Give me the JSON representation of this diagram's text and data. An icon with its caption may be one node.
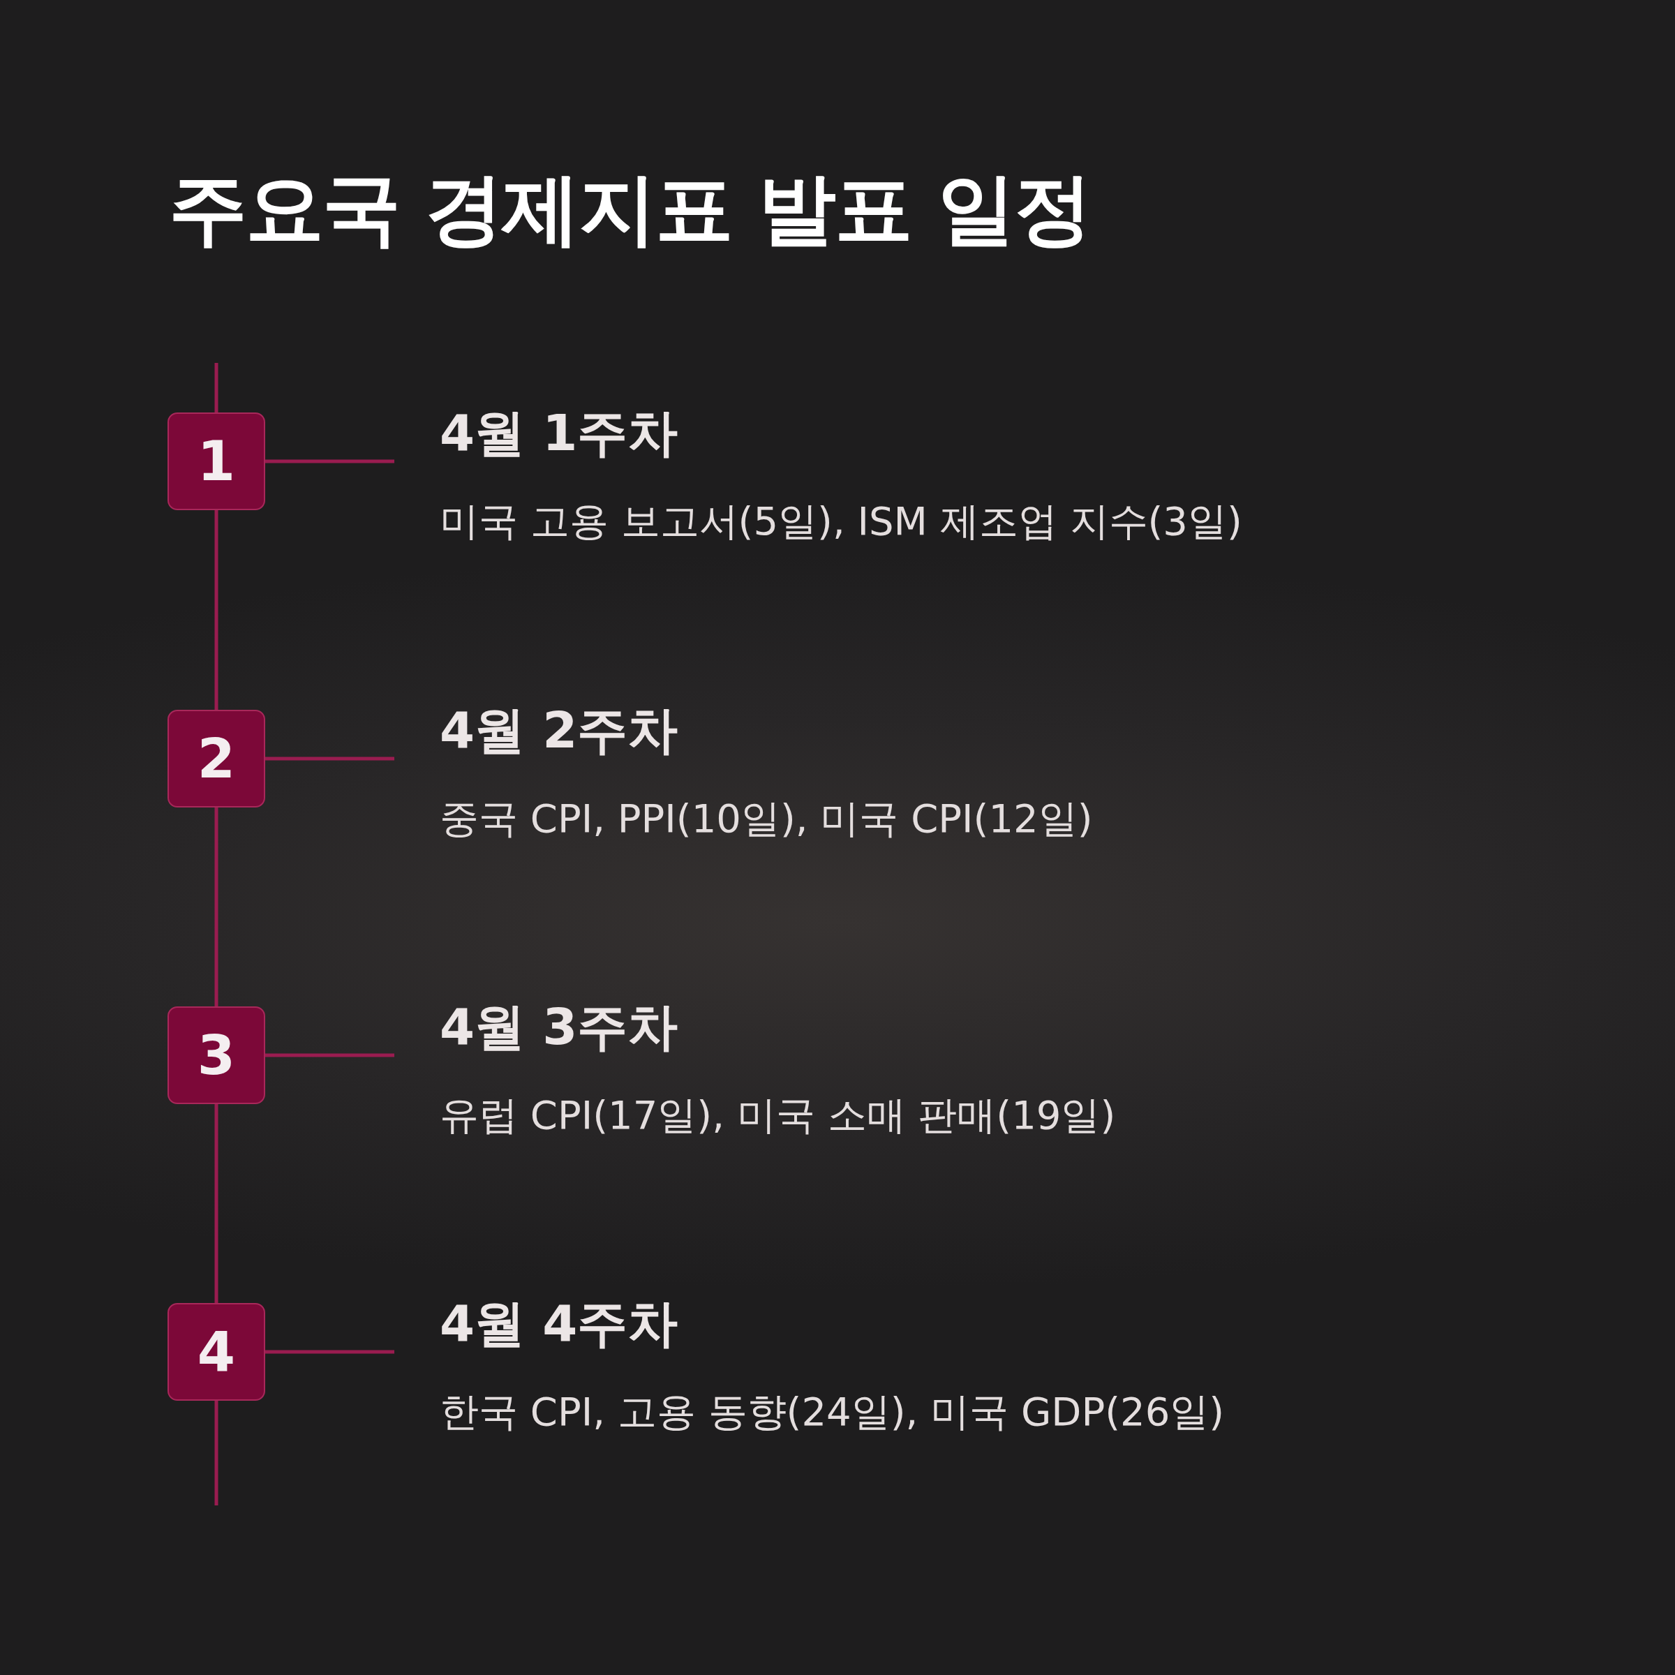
{
  "diagram": {
    "title": "주요국 경제지표 발표 일정",
    "nodes": [
      {
        "text": [
          "1"
        ]
      },
      {
        "text": [
          "4월 1주차",
          "미국 고용 보고서(5일), ISM 제조업 지수(3일)"
        ]
      },
      {
        "text": [
          "2"
        ]
      },
      {
        "text": [
          "4월 2주차",
          "중국 CPI, PPI(10일), 미국 CPI(12일)"
        ]
      },
      {
        "text": [
          "3"
        ]
      },
      {
        "text": [
          "4월 3주차",
          "유럽 CPI(17일), 미국 소매 판매(19일)"
        ]
      },
      {
        "text": [
          "4"
        ]
      },
      {
        "text": [
          "4월 4주차",
          "한국 CPI, 고용 동향(24일), 미국 GDP(26일)"
        ]
      }
    ],
    "edges": [
      {
        "from": 0,
        "to": 1,
        "arrow": "none"
      },
      {
        "from": 2,
        "to": 3,
        "arrow": "none"
      },
      {
        "from": 4,
        "to": 5,
        "arrow": "none"
      },
      {
        "from": 6,
        "to": 7,
        "arrow": "none"
      },
      {
        "from": 0,
        "to": 2,
        "arrow": "none"
      },
      {
        "from": 2,
        "to": 4,
        "arrow": "none"
      },
      {
        "from": 4,
        "to": 6,
        "arrow": "none"
      }
    ]
  }
}
